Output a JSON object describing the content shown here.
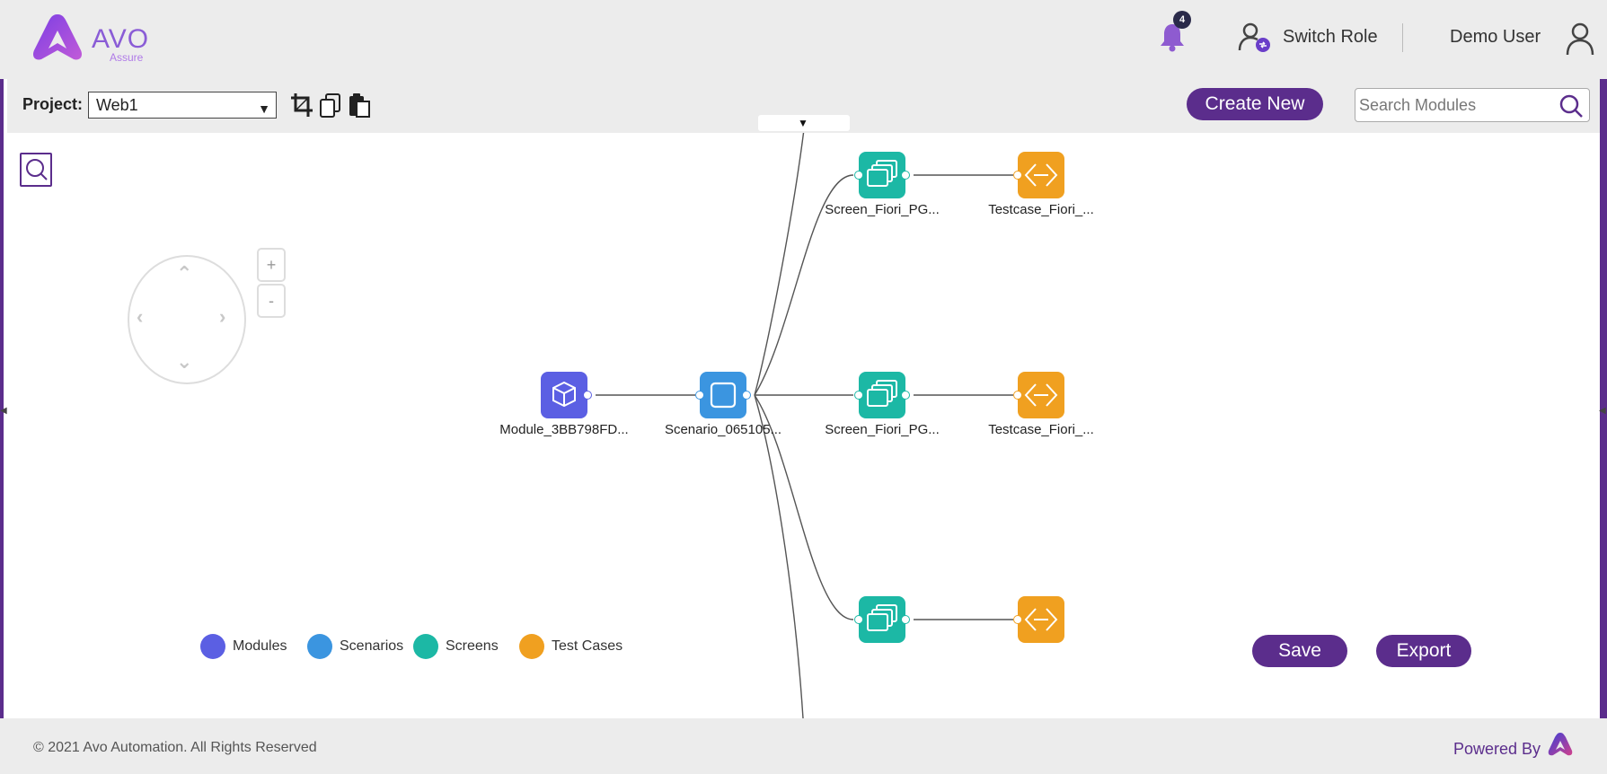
{
  "brand": {
    "name": "AVO",
    "subtitle": "Assure"
  },
  "header": {
    "notification_count": "4",
    "switch_role": "Switch Role",
    "user_name": "Demo User"
  },
  "toolbar": {
    "project_label": "Project:",
    "project_value": "Web1",
    "create_new": "Create New",
    "search_placeholder": "Search Modules"
  },
  "zoom": {
    "in": "+",
    "out": "-"
  },
  "tree": {
    "module": {
      "label": "Module_3BB798FD...",
      "color": "#5b5fe3",
      "icon": "cube-icon"
    },
    "scenario": {
      "label": "Scenario_065105...",
      "color": "#3b95e0",
      "icon": "square-icon"
    },
    "rows": [
      {
        "screen": "Screen_Fiori_PG...",
        "testcase": "Testcase_Fiori_..."
      },
      {
        "screen": "Screen_Fiori_PG...",
        "testcase": "Testcase_Fiori_..."
      },
      {
        "screen": "",
        "testcase": ""
      }
    ]
  },
  "legend": [
    {
      "label": "Modules",
      "color": "#5b5fe3"
    },
    {
      "label": "Scenarios",
      "color": "#3b95e0"
    },
    {
      "label": "Screens",
      "color": "#1cb8a5"
    },
    {
      "label": "Test Cases",
      "color": "#f0a020"
    }
  ],
  "actions": {
    "save": "Save",
    "export": "Export"
  },
  "footer": {
    "copyright": "© 2021 Avo Automation. All Rights Reserved",
    "powered_by": "Powered By"
  },
  "colors": {
    "brand": "#5b2d8c",
    "screen": "#1cb8a5",
    "testcase": "#f0a020"
  }
}
